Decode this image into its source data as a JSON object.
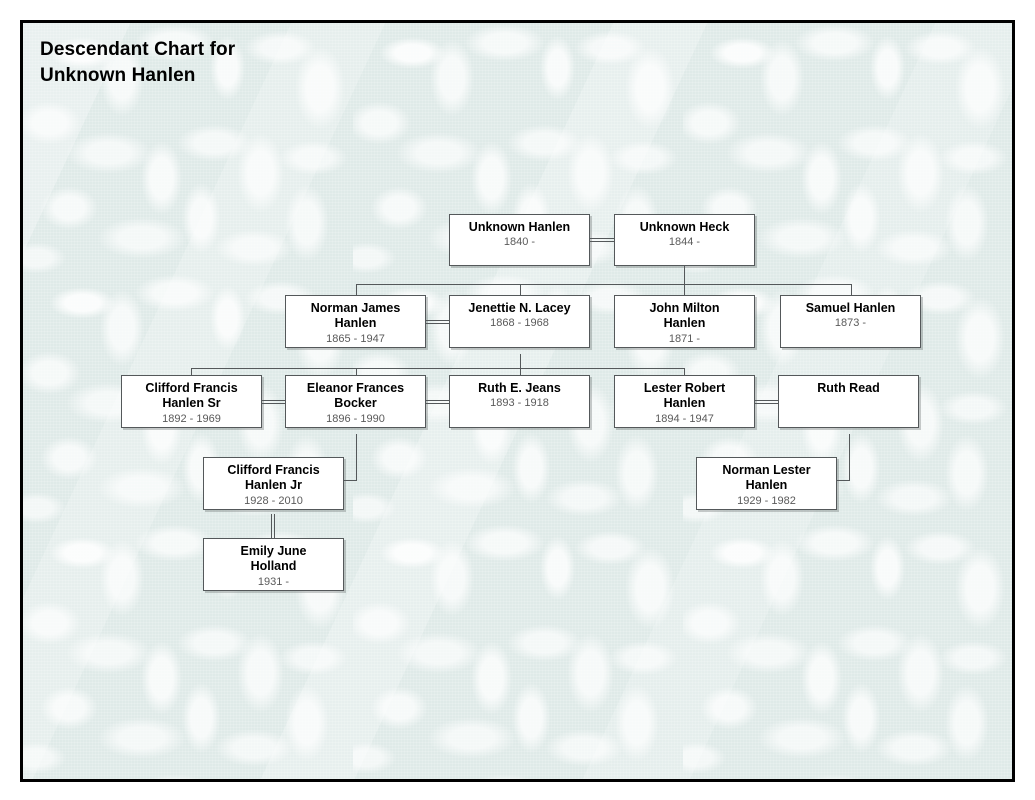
{
  "page": {
    "title_line1": "Descendant Chart for",
    "title_line2": "Unknown Hanlen",
    "title": "Descendant Chart for\nUnknown Hanlen",
    "background_color": "#dfeae8",
    "frame_border_color": "#000000",
    "node_fill": "#ffffff",
    "node_border_color": "#54585a",
    "name_color": "#000000",
    "date_color": "#5a5a5a"
  },
  "chart_data": {
    "type": "diagram",
    "diagram_kind": "descendant-genealogy-chart",
    "title": "Descendant Chart for Unknown Hanlen",
    "generations": 4,
    "person_count": 13,
    "nodes": [
      {
        "id": "unknown_hanlen",
        "name": "Unknown Hanlen",
        "dates": "1840 -",
        "generation": 1
      },
      {
        "id": "unknown_heck",
        "name": "Unknown Heck",
        "dates": "1844 -",
        "generation": 1
      },
      {
        "id": "norman_james_hanlen",
        "name": "Norman James\nHanlen",
        "dates": "1865 - 1947",
        "generation": 2
      },
      {
        "id": "jenettie_lacey",
        "name": "Jenettie N. Lacey",
        "dates": "1868 - 1968",
        "generation": 2
      },
      {
        "id": "john_milton_hanlen",
        "name": "John Milton\nHanlen",
        "dates": "1871 -",
        "generation": 2
      },
      {
        "id": "samuel_hanlen",
        "name": "Samuel Hanlen",
        "dates": "1873 -",
        "generation": 2
      },
      {
        "id": "clifford_sr",
        "name": "Clifford Francis\nHanlen Sr",
        "dates": "1892 - 1969",
        "generation": 3
      },
      {
        "id": "eleanor_bocker",
        "name": "Eleanor Frances\nBocker",
        "dates": "1896 - 1990",
        "generation": 3
      },
      {
        "id": "ruth_jeans",
        "name": "Ruth E. Jeans",
        "dates": "1893 - 1918",
        "generation": 3
      },
      {
        "id": "lester_robert",
        "name": "Lester Robert\nHanlen",
        "dates": "1894 - 1947",
        "generation": 3
      },
      {
        "id": "ruth_read",
        "name": "Ruth Read",
        "dates": "",
        "generation": 3
      },
      {
        "id": "clifford_jr",
        "name": "Clifford Francis\nHanlen Jr",
        "dates": "1928 - 2010",
        "generation": 4
      },
      {
        "id": "norman_lester",
        "name": "Norman Lester\nHanlen",
        "dates": "1929 - 1982",
        "generation": 4
      },
      {
        "id": "emily_holland",
        "name": "Emily June\nHolland",
        "dates": "1931 -",
        "generation": 5
      }
    ],
    "marriages": [
      {
        "spouse_a": "unknown_hanlen",
        "spouse_b": "unknown_heck"
      },
      {
        "spouse_a": "norman_james_hanlen",
        "spouse_b": "jenettie_lacey"
      },
      {
        "spouse_a": "clifford_sr",
        "spouse_b": "eleanor_bocker"
      },
      {
        "spouse_a": "eleanor_bocker",
        "spouse_b": "ruth_jeans"
      },
      {
        "spouse_a": "lester_robert",
        "spouse_b": "ruth_read"
      },
      {
        "spouse_a": "clifford_jr",
        "spouse_b": "emily_holland"
      }
    ],
    "parent_child": [
      {
        "parent": "unknown_heck",
        "child": "norman_james_hanlen"
      },
      {
        "parent": "unknown_heck",
        "child": "jenettie_lacey"
      },
      {
        "parent": "unknown_heck",
        "child": "john_milton_hanlen"
      },
      {
        "parent": "unknown_heck",
        "child": "samuel_hanlen"
      },
      {
        "parent": "jenettie_lacey",
        "child": "clifford_sr"
      },
      {
        "parent": "jenettie_lacey",
        "child": "eleanor_bocker"
      },
      {
        "parent": "jenettie_lacey",
        "child": "ruth_jeans"
      },
      {
        "parent": "jenettie_lacey",
        "child": "lester_robert"
      },
      {
        "parent": "eleanor_bocker",
        "child": "clifford_jr"
      },
      {
        "parent": "ruth_read",
        "child": "norman_lester"
      }
    ]
  }
}
